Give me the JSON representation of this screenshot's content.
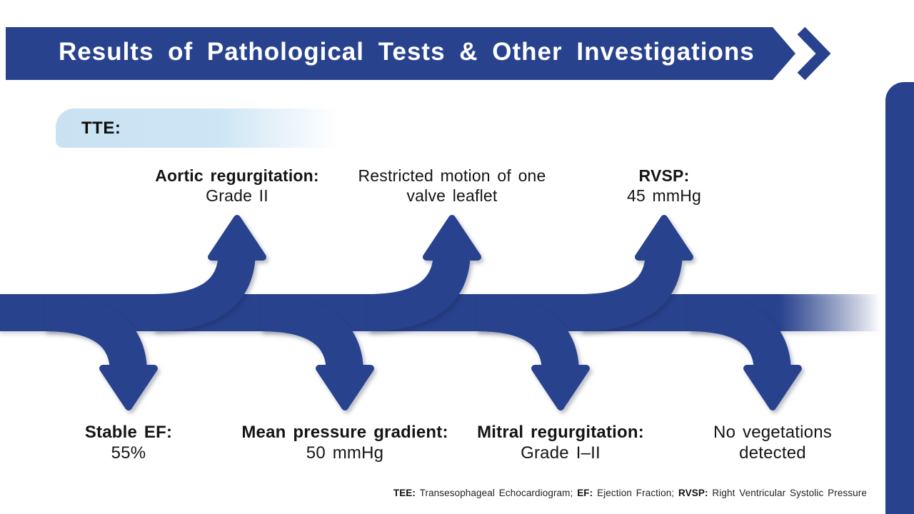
{
  "slide": {
    "title": "Results of Pathological Tests & Other Investigations",
    "section_label": "TTE:",
    "findings_up": [
      {
        "line1": "Aortic regurgitation:",
        "line2": "Grade II"
      },
      {
        "line1": "Restricted motion of one",
        "line2": "valve leaflet"
      },
      {
        "line1": "RVSP:",
        "line2": "45 mmHg"
      }
    ],
    "findings_down": [
      {
        "line1": "Stable EF:",
        "line2": "55%"
      },
      {
        "line1": "Mean pressure gradient:",
        "line2": "50 mmHg"
      },
      {
        "line1": "Mitral regurgitation:",
        "line2": "Grade I–II"
      },
      {
        "line1": "No vegetations",
        "line2": "detected"
      }
    ],
    "footer": {
      "abbr1": "TEE:",
      "def1": " Transesophageal Echocardiogram; ",
      "abbr2": "EF:",
      "def2": " Ejection Fraction; ",
      "abbr3": "RVSP:",
      "def3": " Right Ventricular Systolic Pressure"
    },
    "colors": {
      "primary_blue": "#28428E",
      "section_label_bg": "#C9E2F2",
      "title_text": "#FFFFFF",
      "body_text": "#141414"
    }
  }
}
